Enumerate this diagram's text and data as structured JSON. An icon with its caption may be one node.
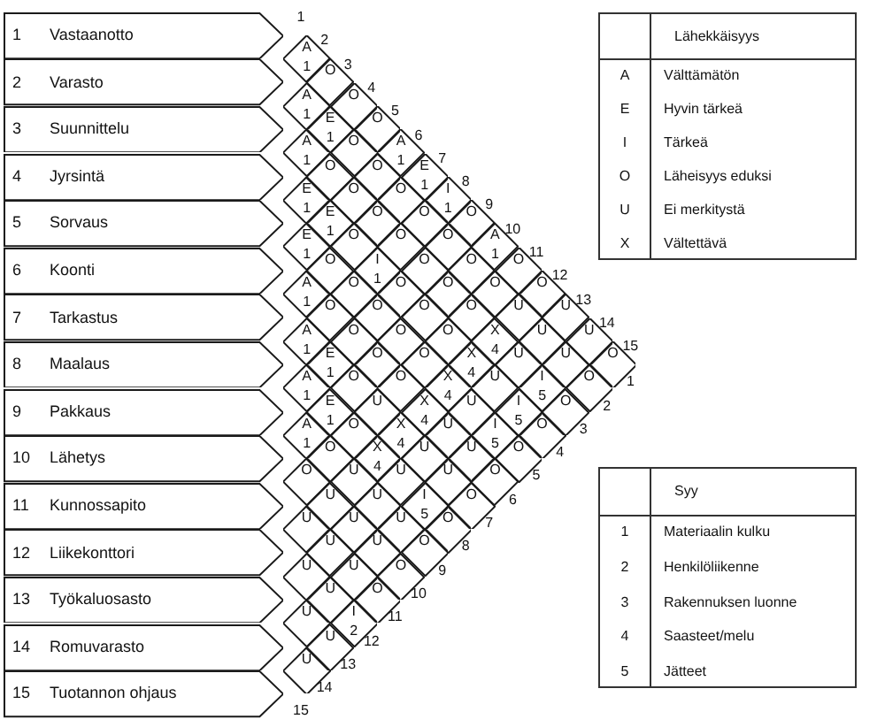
{
  "diagram": {
    "nodes": [
      {
        "text": [
          "1",
          "Vastaanotto"
        ]
      },
      {
        "text": [
          "2",
          "Varasto"
        ]
      },
      {
        "text": [
          "3",
          "Suunnittelu"
        ]
      },
      {
        "text": [
          "4",
          "Jyrsintä"
        ]
      },
      {
        "text": [
          "5",
          "Sorvaus"
        ]
      },
      {
        "text": [
          "6",
          "Koonti"
        ]
      },
      {
        "text": [
          "7",
          "Tarkastus"
        ]
      },
      {
        "text": [
          "8",
          "Maalaus"
        ]
      },
      {
        "text": [
          "9",
          "Pakkaus"
        ]
      },
      {
        "text": [
          "10",
          "Lähetys"
        ]
      },
      {
        "text": [
          "11",
          "Kunnossapito"
        ]
      },
      {
        "text": [
          "12",
          "Liikekonttori"
        ]
      },
      {
        "text": [
          "13",
          "Työkaluosasto"
        ]
      },
      {
        "text": [
          "14",
          "Romuvarasto"
        ]
      },
      {
        "text": [
          "15",
          "Tuotannon ohjaus"
        ]
      },
      {
        "text": [
          "A",
          "1"
        ]
      },
      {
        "text": [
          "O"
        ]
      },
      {
        "text": [
          "A",
          "1"
        ]
      },
      {
        "text": [
          "O"
        ]
      },
      {
        "text": [
          "E",
          "1"
        ]
      },
      {
        "text": [
          "O"
        ]
      },
      {
        "text": [
          "A",
          "1"
        ]
      },
      {
        "text": [
          "O"
        ]
      },
      {
        "text": [
          "A",
          "1"
        ]
      },
      {
        "text": [
          "O"
        ]
      },
      {
        "text": [
          "O"
        ]
      },
      {
        "text": [
          "E",
          "1"
        ]
      },
      {
        "text": [
          "E",
          "1"
        ]
      },
      {
        "text": [
          "O"
        ]
      },
      {
        "text": [
          "O"
        ]
      },
      {
        "text": [
          "I",
          "1"
        ]
      },
      {
        "text": [
          "E",
          "1"
        ]
      },
      {
        "text": [
          "O"
        ]
      },
      {
        "text": [
          "O"
        ]
      },
      {
        "text": [
          "O"
        ]
      },
      {
        "text": [
          "E",
          "1"
        ]
      },
      {
        "text": [
          "O"
        ]
      },
      {
        "text": [
          "O"
        ]
      },
      {
        "text": [
          "O"
        ]
      },
      {
        "text": [
          "A",
          "1"
        ]
      },
      {
        "text": [
          "O"
        ]
      },
      {
        "text": [
          "I",
          "1"
        ]
      },
      {
        "text": [
          "O"
        ]
      },
      {
        "text": [
          "O"
        ]
      },
      {
        "text": [
          "O"
        ]
      },
      {
        "text": [
          "A",
          "1"
        ]
      },
      {
        "text": [
          "O"
        ]
      },
      {
        "text": [
          "O"
        ]
      },
      {
        "text": [
          "O"
        ]
      },
      {
        "text": [
          "O"
        ]
      },
      {
        "text": [
          "O"
        ]
      },
      {
        "text": [
          "O"
        ]
      },
      {
        "text": [
          "O"
        ]
      },
      {
        "text": [
          "O"
        ]
      },
      {
        "text": [
          "O"
        ]
      },
      {
        "text": [
          "U"
        ]
      },
      {
        "text": [
          "U"
        ]
      },
      {
        "text": [
          "A",
          "1"
        ]
      },
      {
        "text": [
          "O"
        ]
      },
      {
        "text": [
          "O"
        ]
      },
      {
        "text": [
          "O"
        ]
      },
      {
        "text": [
          "X",
          "4"
        ]
      },
      {
        "text": [
          "U"
        ]
      },
      {
        "text": [
          "U"
        ]
      },
      {
        "text": [
          "E",
          "1"
        ]
      },
      {
        "text": [
          "O"
        ]
      },
      {
        "text": [
          "O"
        ]
      },
      {
        "text": [
          "X",
          "4"
        ]
      },
      {
        "text": [
          "U"
        ]
      },
      {
        "text": [
          "U"
        ]
      },
      {
        "text": [
          "O"
        ]
      },
      {
        "text": [
          "A",
          "1"
        ]
      },
      {
        "text": [
          "O"
        ]
      },
      {
        "text": [
          "O"
        ]
      },
      {
        "text": [
          "X",
          "4"
        ]
      },
      {
        "text": [
          "U"
        ]
      },
      {
        "text": [
          "I",
          "5"
        ]
      },
      {
        "text": [
          "O"
        ]
      },
      {
        "text": [
          "E",
          "1"
        ]
      },
      {
        "text": [
          "U"
        ]
      },
      {
        "text": [
          "X",
          "4"
        ]
      },
      {
        "text": [
          "U"
        ]
      },
      {
        "text": [
          "I",
          "5"
        ]
      },
      {
        "text": [
          "O"
        ]
      },
      {
        "text": [
          "A",
          "1"
        ]
      },
      {
        "text": [
          "O"
        ]
      },
      {
        "text": [
          "X",
          "4"
        ]
      },
      {
        "text": [
          "U"
        ]
      },
      {
        "text": [
          "I",
          "5"
        ]
      },
      {
        "text": [
          "O"
        ]
      },
      {
        "text": [
          "O"
        ]
      },
      {
        "text": [
          "X",
          "4"
        ]
      },
      {
        "text": [
          "U"
        ]
      },
      {
        "text": [
          "U"
        ]
      },
      {
        "text": [
          "O"
        ]
      },
      {
        "text": [
          "O"
        ]
      },
      {
        "text": [
          "U"
        ]
      },
      {
        "text": [
          "U"
        ]
      },
      {
        "text": [
          "U"
        ]
      },
      {
        "text": [
          "O"
        ]
      },
      {
        "text": [
          "U"
        ]
      },
      {
        "text": [
          "U"
        ]
      },
      {
        "text": [
          "I",
          "5"
        ]
      },
      {
        "text": [
          "O"
        ]
      },
      {
        "text": [
          "U"
        ]
      },
      {
        "text": [
          "U"
        ]
      },
      {
        "text": [
          "U"
        ]
      },
      {
        "text": [
          "O"
        ]
      },
      {
        "text": [
          "U"
        ]
      },
      {
        "text": [
          "U"
        ]
      },
      {
        "text": [
          "O"
        ]
      },
      {
        "text": [
          "U"
        ]
      },
      {
        "text": [
          "U"
        ]
      },
      {
        "text": [
          "O"
        ]
      },
      {
        "text": [
          "U"
        ]
      },
      {
        "text": [
          "O"
        ]
      },
      {
        "text": [
          "U"
        ]
      },
      {
        "text": [
          "I",
          "2"
        ]
      },
      {
        "text": [
          "U"
        ]
      },
      {
        "text": [
          "U"
        ]
      }
    ],
    "labels": [
      "1",
      "2",
      "3",
      "4",
      "5",
      "6",
      "7",
      "8",
      "9",
      "10",
      "11",
      "12",
      "13",
      "14",
      "15",
      "1",
      "2",
      "3",
      "4",
      "5",
      "6",
      "7",
      "8",
      "9",
      "10",
      "11",
      "12",
      "13",
      "14",
      "15",
      "Lähekkäisyys",
      "A",
      "Välttämätön",
      "E",
      "Hyvin tärkeä",
      "I",
      "Tärkeä",
      "O",
      "Läheisyys eduksi",
      "U",
      "Ei merkitystä",
      "X",
      "Vältettävä",
      "Syy",
      "1",
      "Materiaalin kulku",
      "2",
      "Henkilöliikenne",
      "3",
      "Rakennuksen luonne",
      "4",
      "Saasteet/melu",
      "5",
      "Jätteet"
    ]
  }
}
